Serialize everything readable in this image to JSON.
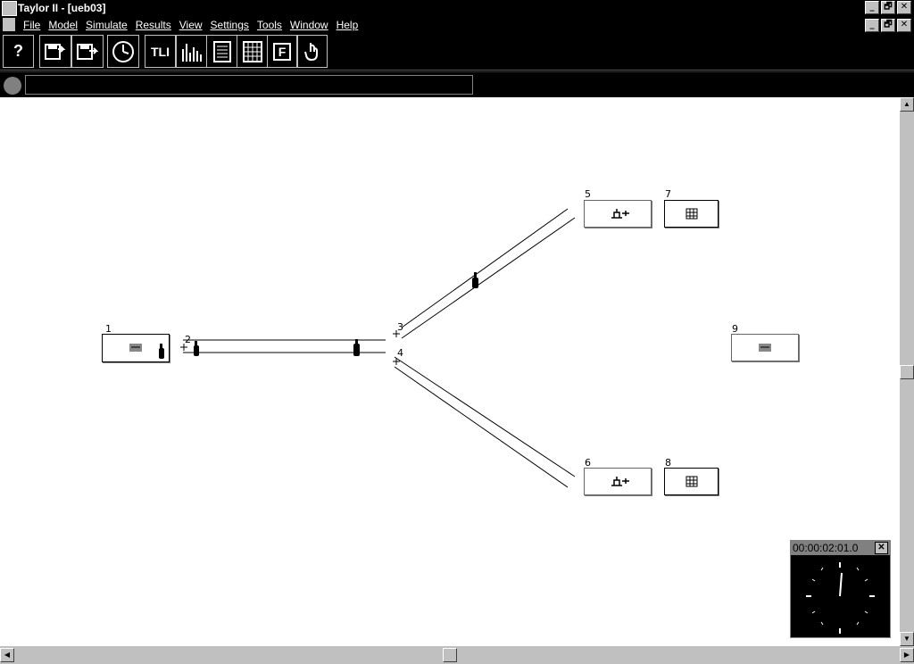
{
  "window": {
    "title": "Taylor II - [ueb03]",
    "controls": [
      "_",
      "🗗",
      "✕"
    ]
  },
  "menu": {
    "items": [
      "File",
      "Model",
      "Simulate",
      "Results",
      "View",
      "Settings",
      "Tools",
      "Window",
      "Help"
    ]
  },
  "toolbar": {
    "buttons": [
      {
        "name": "help",
        "label": "?",
        "icon": "help-icon"
      },
      {
        "name": "save-model",
        "icon": "save-icon"
      },
      {
        "name": "save-as",
        "icon": "save-as-icon"
      },
      {
        "name": "clock",
        "icon": "clock-icon"
      },
      {
        "name": "tli",
        "label": "TLI",
        "icon": "tli-icon"
      },
      {
        "name": "histogram",
        "icon": "bar-chart-icon"
      },
      {
        "name": "report",
        "icon": "report-icon"
      },
      {
        "name": "grid",
        "icon": "grid-icon"
      },
      {
        "name": "f-function",
        "label": "F",
        "icon": "f-icon"
      },
      {
        "name": "hand",
        "icon": "hand-icon"
      }
    ]
  },
  "model": {
    "elements": [
      {
        "id": "1",
        "type": "source"
      },
      {
        "id": "2",
        "type": "conveyor"
      },
      {
        "id": "3",
        "type": "conveyor"
      },
      {
        "id": "4",
        "type": "conveyor"
      },
      {
        "id": "5",
        "type": "machine"
      },
      {
        "id": "6",
        "type": "machine"
      },
      {
        "id": "7",
        "type": "buffer"
      },
      {
        "id": "8",
        "type": "buffer"
      },
      {
        "id": "9",
        "type": "sink"
      }
    ]
  },
  "clock": {
    "time": "00:00:02:01.0",
    "close": "✕"
  },
  "colors": {
    "background": "#000000",
    "canvas": "#ffffff",
    "chrome": "#c0c0c0",
    "clock_header": "#808080"
  }
}
